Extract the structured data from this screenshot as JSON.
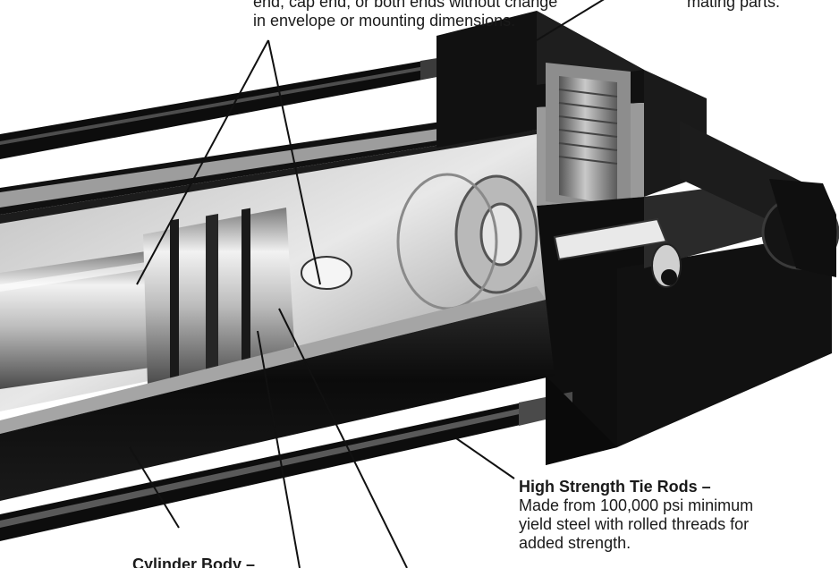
{
  "callout_top_left": {
    "line1": "end, cap end, or both ends without change",
    "line2": "in envelope or mounting dimensions."
  },
  "callout_top_right": {
    "line1": "mating parts."
  },
  "callout_tie_rods": {
    "title": "High Strength Tie Rods –",
    "line1": "Made from 100,000 psi minimum",
    "line2": "yield steel with rolled threads for",
    "line3": "added strength."
  },
  "callout_body": {
    "title": "Cylinder Body –"
  },
  "colors": {
    "background": "#ffffff",
    "text": "#1a1a1a",
    "steel_black": "#0c0c0c",
    "bore_gray": "#9a9a9a",
    "chrome": "#e4e4e4"
  }
}
